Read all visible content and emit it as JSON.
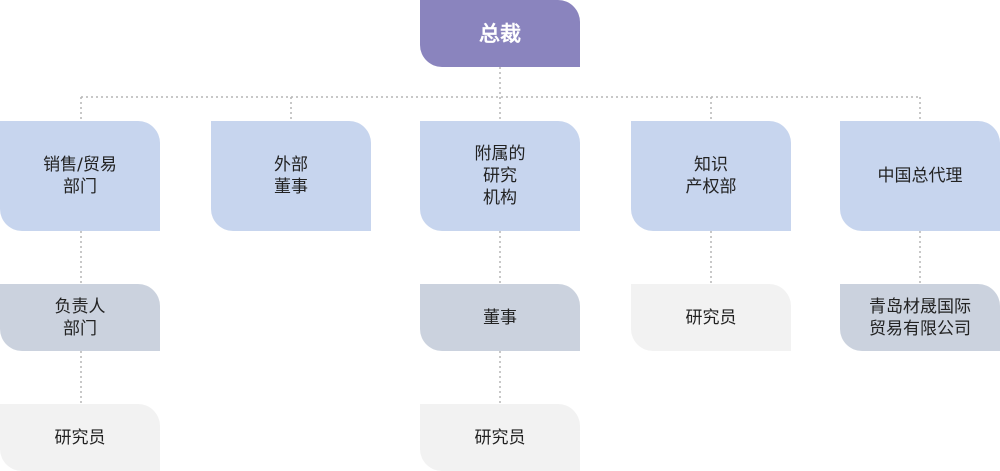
{
  "org_chart": {
    "root": "总裁",
    "sales": {
      "label": "销售/贸易\n部门",
      "manager": "负责人\n部门",
      "researcher": "研究员"
    },
    "board": {
      "label": "外部\n董事"
    },
    "institute": {
      "label": "附属的\n研究\n机构",
      "director": "董事",
      "researcher": "研究员"
    },
    "ip": {
      "label": "知识\n产权部",
      "researcher": "研究员"
    },
    "agent": {
      "label": "中国总代理",
      "company": "青岛材晟国际\n贸易有限公司"
    }
  },
  "colors": {
    "root": "#8a84be",
    "level1": "#c7d5ee",
    "level2": "#cbd2de",
    "level3": "#f2f2f2",
    "connector": "#b5b5b5"
  }
}
